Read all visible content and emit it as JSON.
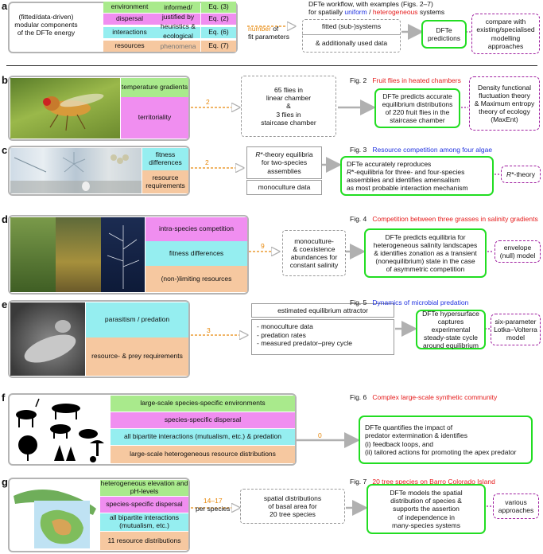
{
  "a": {
    "label": "a",
    "intro": [
      "(fitted/data-driven)",
      "modular components",
      "of the DFTe energy"
    ],
    "components": [
      "environment",
      "dispersal",
      "interactions",
      "resources"
    ],
    "informed": [
      "informed/",
      "justified by",
      "heuristics &",
      "ecological",
      "phenomena"
    ],
    "eqs": [
      "Eq. (3)",
      "Eq. (2)",
      "Eq. (6)",
      "Eq. (7)"
    ],
    "workflow": [
      "DFTe workflow, with examples (Figs. 2–7)",
      "for spatially",
      "uniform",
      "/",
      "heterogeneous",
      "systems"
    ],
    "num_params": [
      "number",
      "of",
      "fit parameters"
    ],
    "fitted": "fitted (sub-)systems",
    "additional": "& additionally used data",
    "predictions": [
      "DFTe",
      "predictions"
    ],
    "compare": [
      "compare with",
      "existing/specialised",
      "modelling",
      "approaches"
    ]
  },
  "b": {
    "label": "b",
    "components": [
      "temperature gradients",
      "territoriality"
    ],
    "num": "2",
    "system": [
      "65 flies in",
      "linear chamber",
      "&",
      "3 flies in",
      "staircase chamber"
    ],
    "fig_no": "Fig. 2",
    "fig_title": "Fruit flies in heated chambers",
    "prediction": [
      "DFTe predicts accurate",
      "equilibrium distributions",
      "of 220 fruit flies in the",
      "staircase chamber"
    ],
    "compare": [
      "Density functional",
      "fluctuation theory",
      "& Maximum entropy",
      "theory of ecology",
      "(MaxEnt)"
    ]
  },
  "c": {
    "label": "c",
    "components": [
      "fitness differences",
      "resource requirements"
    ],
    "num": "2",
    "system_r": "R",
    "system": [
      "*-theory equilibria",
      "for two-species",
      "assemblies"
    ],
    "data": "monoculture data",
    "fig_no": "Fig. 3",
    "fig_title": "Resource competition among four algae",
    "prediction": [
      "DFTe accurately reproduces",
      "*-equilibria for three- and four-species",
      "assemblies and identifies amensalism",
      "as most probable interaction mechanism"
    ],
    "compare": "*-theory"
  },
  "d": {
    "label": "d",
    "components": [
      "intra-species competition",
      "fitness differences",
      "(non-)limiting resources"
    ],
    "num": "9",
    "system": [
      "monoculture-",
      "& coexistence",
      "abundances for",
      "constant salinity"
    ],
    "fig_no": "Fig. 4",
    "fig_title": "Competition between three grasses in salinity gradients",
    "prediction": [
      "DFTe predicts equilibria for",
      "heterogeneous salinity landscapes",
      "& identifies zonation as a transient",
      "(nonequilibrium) state in the case",
      "of asymmetric competition"
    ],
    "compare": [
      "envelope",
      "(null) model"
    ]
  },
  "e": {
    "label": "e",
    "components": [
      "parasitism / predation",
      "resource- & prey requirements"
    ],
    "num": "3",
    "system": "estimated equilibrium attractor",
    "data": [
      "- monoculture data",
      "- predation rates",
      "- measured predator–prey cycle"
    ],
    "fig_no": "Fig. 5",
    "fig_title": "Dynamics of microbial predation",
    "prediction": [
      "DFTe hypersurface",
      "captures experimental",
      "steady-state cycle",
      "around equilibrium"
    ],
    "compare": [
      "six-parameter",
      "Lotka–Volterra",
      "model"
    ]
  },
  "f": {
    "label": "f",
    "components": [
      "large-scale species-specific environments",
      "species-specific dispersal",
      "all bipartite interactions (mutualism, etc.) & predation",
      "large-scale heterogeneous resource distributions"
    ],
    "num": "0",
    "fig_no": "Fig. 6",
    "fig_title": "Complex large-scale synthetic community",
    "prediction": [
      "DFTe quantifies the impact of",
      "predator extermination & identifies",
      "(i)  feedback loops, and",
      "(ii) tailored actions for promoting the apex predator"
    ]
  },
  "g": {
    "label": "g",
    "components": [
      "heterogeneous elevation and pH-levels",
      "species-specific dispersal",
      "all bipartite interactions (mutualism, etc.)",
      "11 resource distributions"
    ],
    "num": "14–17",
    "num_suffix": "per species",
    "system": [
      "spatial distributions",
      "of basal area for",
      "20 tree species"
    ],
    "fig_no": "Fig. 7",
    "fig_title": "20 tree species on Barro Colorado Island",
    "prediction": [
      "DFTe models the spatial",
      "distribution of species &",
      "supports the assertion",
      "of independence in",
      "many-species systems"
    ],
    "compare": [
      "various",
      "approaches"
    ]
  },
  "colors": {
    "green": "#a9ea8c",
    "pink": "#f08ef0",
    "cyan": "#95eef0",
    "peach": "#f6c8a0",
    "accent_green": "#22dd22",
    "purple": "#a020a0",
    "orange": "#e8890c",
    "red": "#e51b1b",
    "blue": "#2133e0"
  }
}
